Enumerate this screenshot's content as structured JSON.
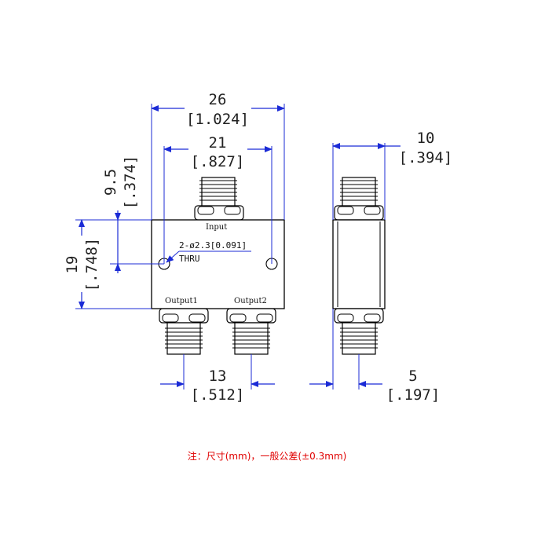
{
  "dimensions": {
    "total_width": {
      "mm": "26",
      "inch": "[1.024]"
    },
    "hole_spacing": {
      "mm": "21",
      "inch": "[.827]"
    },
    "hole_offset": {
      "mm": "9.5",
      "inch": "[.374]"
    },
    "height": {
      "mm": "19",
      "inch": "[.748]"
    },
    "output_spacing": {
      "mm": "13",
      "inch": "[.512]"
    },
    "thickness": {
      "mm": "10",
      "inch": "[.394]"
    },
    "side_offset": {
      "mm": "5",
      "inch": "[.197]"
    }
  },
  "labels": {
    "input": "Input",
    "output1": "Output1",
    "output2": "Output2",
    "hole_note": "2-ø2.3[0.091]",
    "hole_note_thru": "THRU"
  },
  "footnote": "注：尺寸(mm)，一般公差(±0.3mm)",
  "colors": {
    "dimension": "#1b2bd6",
    "footnote": "#e00000",
    "outline": "#000000"
  }
}
